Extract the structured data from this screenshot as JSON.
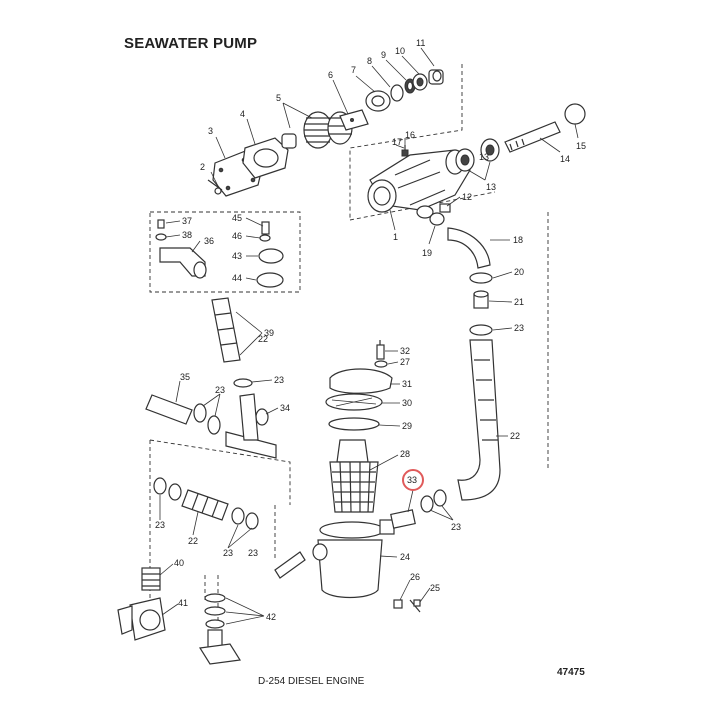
{
  "title": "SEAWATER PUMP",
  "caption": "D-254 DIESEL ENGINE",
  "figure_number": "47475",
  "highlight_color": "#e05a5a",
  "highlighted_callout": "33",
  "callouts": [
    "1",
    "2",
    "3",
    "4",
    "5",
    "6",
    "7",
    "8",
    "9",
    "10",
    "11",
    "12",
    "13",
    "13",
    "14",
    "15",
    "16",
    "17",
    "18",
    "19",
    "20",
    "21",
    "22",
    "22",
    "22",
    "23",
    "23",
    "23",
    "23",
    "23",
    "23",
    "23",
    "24",
    "25",
    "26",
    "27",
    "28",
    "29",
    "30",
    "31",
    "32",
    "33",
    "34",
    "35",
    "36",
    "37",
    "38",
    "39",
    "40",
    "41",
    "42",
    "43",
    "44",
    "45",
    "46"
  ]
}
